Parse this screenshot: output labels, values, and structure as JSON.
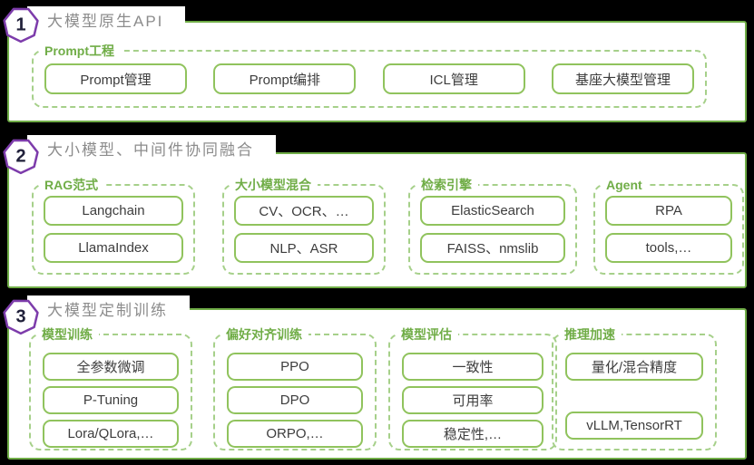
{
  "colors": {
    "background": "#000000",
    "panel": "#ffffff",
    "section_border_green": "#70ad47",
    "box_border_green": "#90c35d",
    "dashed_group_green": "#a6d08a",
    "group_label_green": "#70ad47",
    "title_gray": "#8c8c8c",
    "badge_purple": "#7d3cab",
    "badge_number_dark": "#20203a"
  },
  "sections": [
    {
      "number": "1",
      "title": "大模型原生API",
      "groups": [
        {
          "label": "Prompt工程",
          "items": [
            "Prompt管理",
            "Prompt编排",
            "ICL管理",
            "基座大模型管理"
          ]
        }
      ]
    },
    {
      "number": "2",
      "title": "大小模型、中间件协同融合",
      "groups": [
        {
          "label": "RAG范式",
          "items": [
            "Langchain",
            "LlamaIndex"
          ]
        },
        {
          "label": "大小模型混合",
          "items": [
            "CV、OCR、…",
            "NLP、ASR"
          ]
        },
        {
          "label": "检索引擎",
          "items": [
            "ElasticSearch",
            "FAISS、nmslib"
          ]
        },
        {
          "label": "Agent",
          "items": [
            "RPA",
            "tools,…"
          ]
        }
      ]
    },
    {
      "number": "3",
      "title": "大模型定制训练",
      "groups": [
        {
          "label": "模型训练",
          "items": [
            "全参数微调",
            "P-Tuning",
            "Lora/QLora,…"
          ]
        },
        {
          "label": "偏好对齐训练",
          "items": [
            "PPO",
            "DPO",
            "ORPO,…"
          ]
        },
        {
          "label": "模型评估",
          "items": [
            "一致性",
            "可用率",
            "稳定性,…"
          ]
        },
        {
          "label": "推理加速",
          "items": [
            "量化/混合精度",
            "vLLM,TensorRT"
          ]
        }
      ]
    }
  ]
}
